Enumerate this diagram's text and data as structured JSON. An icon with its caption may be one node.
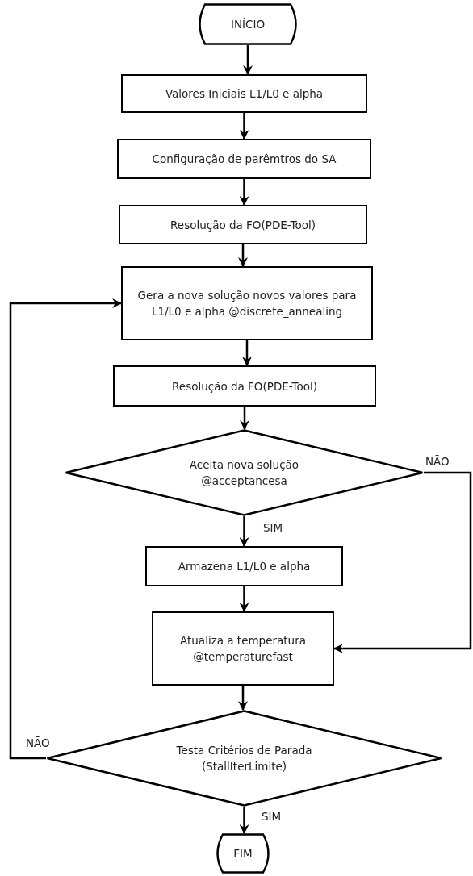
{
  "diagram": {
    "nodes": [
      {
        "text": [
          "INÍCIO"
        ]
      },
      {
        "text": [
          "Valores Iniciais L1/L0 e alpha"
        ]
      },
      {
        "text": [
          "Configuração de parêmtros do SA"
        ]
      },
      {
        "text": [
          "Resolução da FO(PDE-Tool)"
        ]
      },
      {
        "text": [
          "Gera a nova solução novos valores para L1/L0 e alpha @discrete_annealing"
        ]
      },
      {
        "text": [
          "Resolução da FO(PDE-Tool)"
        ]
      },
      {
        "text": [
          "Aceita nova solução @acceptancesa"
        ]
      },
      {
        "text": [
          "Armazena L1/L0 e alpha"
        ]
      },
      {
        "text": [
          "Atualiza a temperatura @temperaturefast"
        ]
      },
      {
        "text": [
          "Testa Critérios de Parada (StallIterLimite)"
        ]
      },
      {
        "text": [
          "FIM"
        ]
      }
    ],
    "edges": [
      {
        "from": 0,
        "to": 1,
        "arrow": "to"
      },
      {
        "from": 1,
        "to": 2,
        "arrow": "to"
      },
      {
        "from": 2,
        "to": 3,
        "arrow": "to"
      },
      {
        "from": 3,
        "to": 4,
        "arrow": "to"
      },
      {
        "from": 4,
        "to": 5,
        "arrow": "to"
      },
      {
        "from": 5,
        "to": 6,
        "arrow": "to"
      },
      {
        "from": 6,
        "to": 7,
        "arrow": "to",
        "label": "SIM"
      },
      {
        "from": 7,
        "to": 8,
        "arrow": "to"
      },
      {
        "from": 8,
        "to": 9,
        "arrow": "to"
      },
      {
        "from": 9,
        "to": 10,
        "arrow": "to",
        "label": "SIM"
      },
      {
        "from": 6,
        "to": 8,
        "arrow": "to",
        "label": "NÃO"
      },
      {
        "from": 9,
        "to": 4,
        "arrow": "to",
        "label": "NÃO"
      }
    ]
  }
}
